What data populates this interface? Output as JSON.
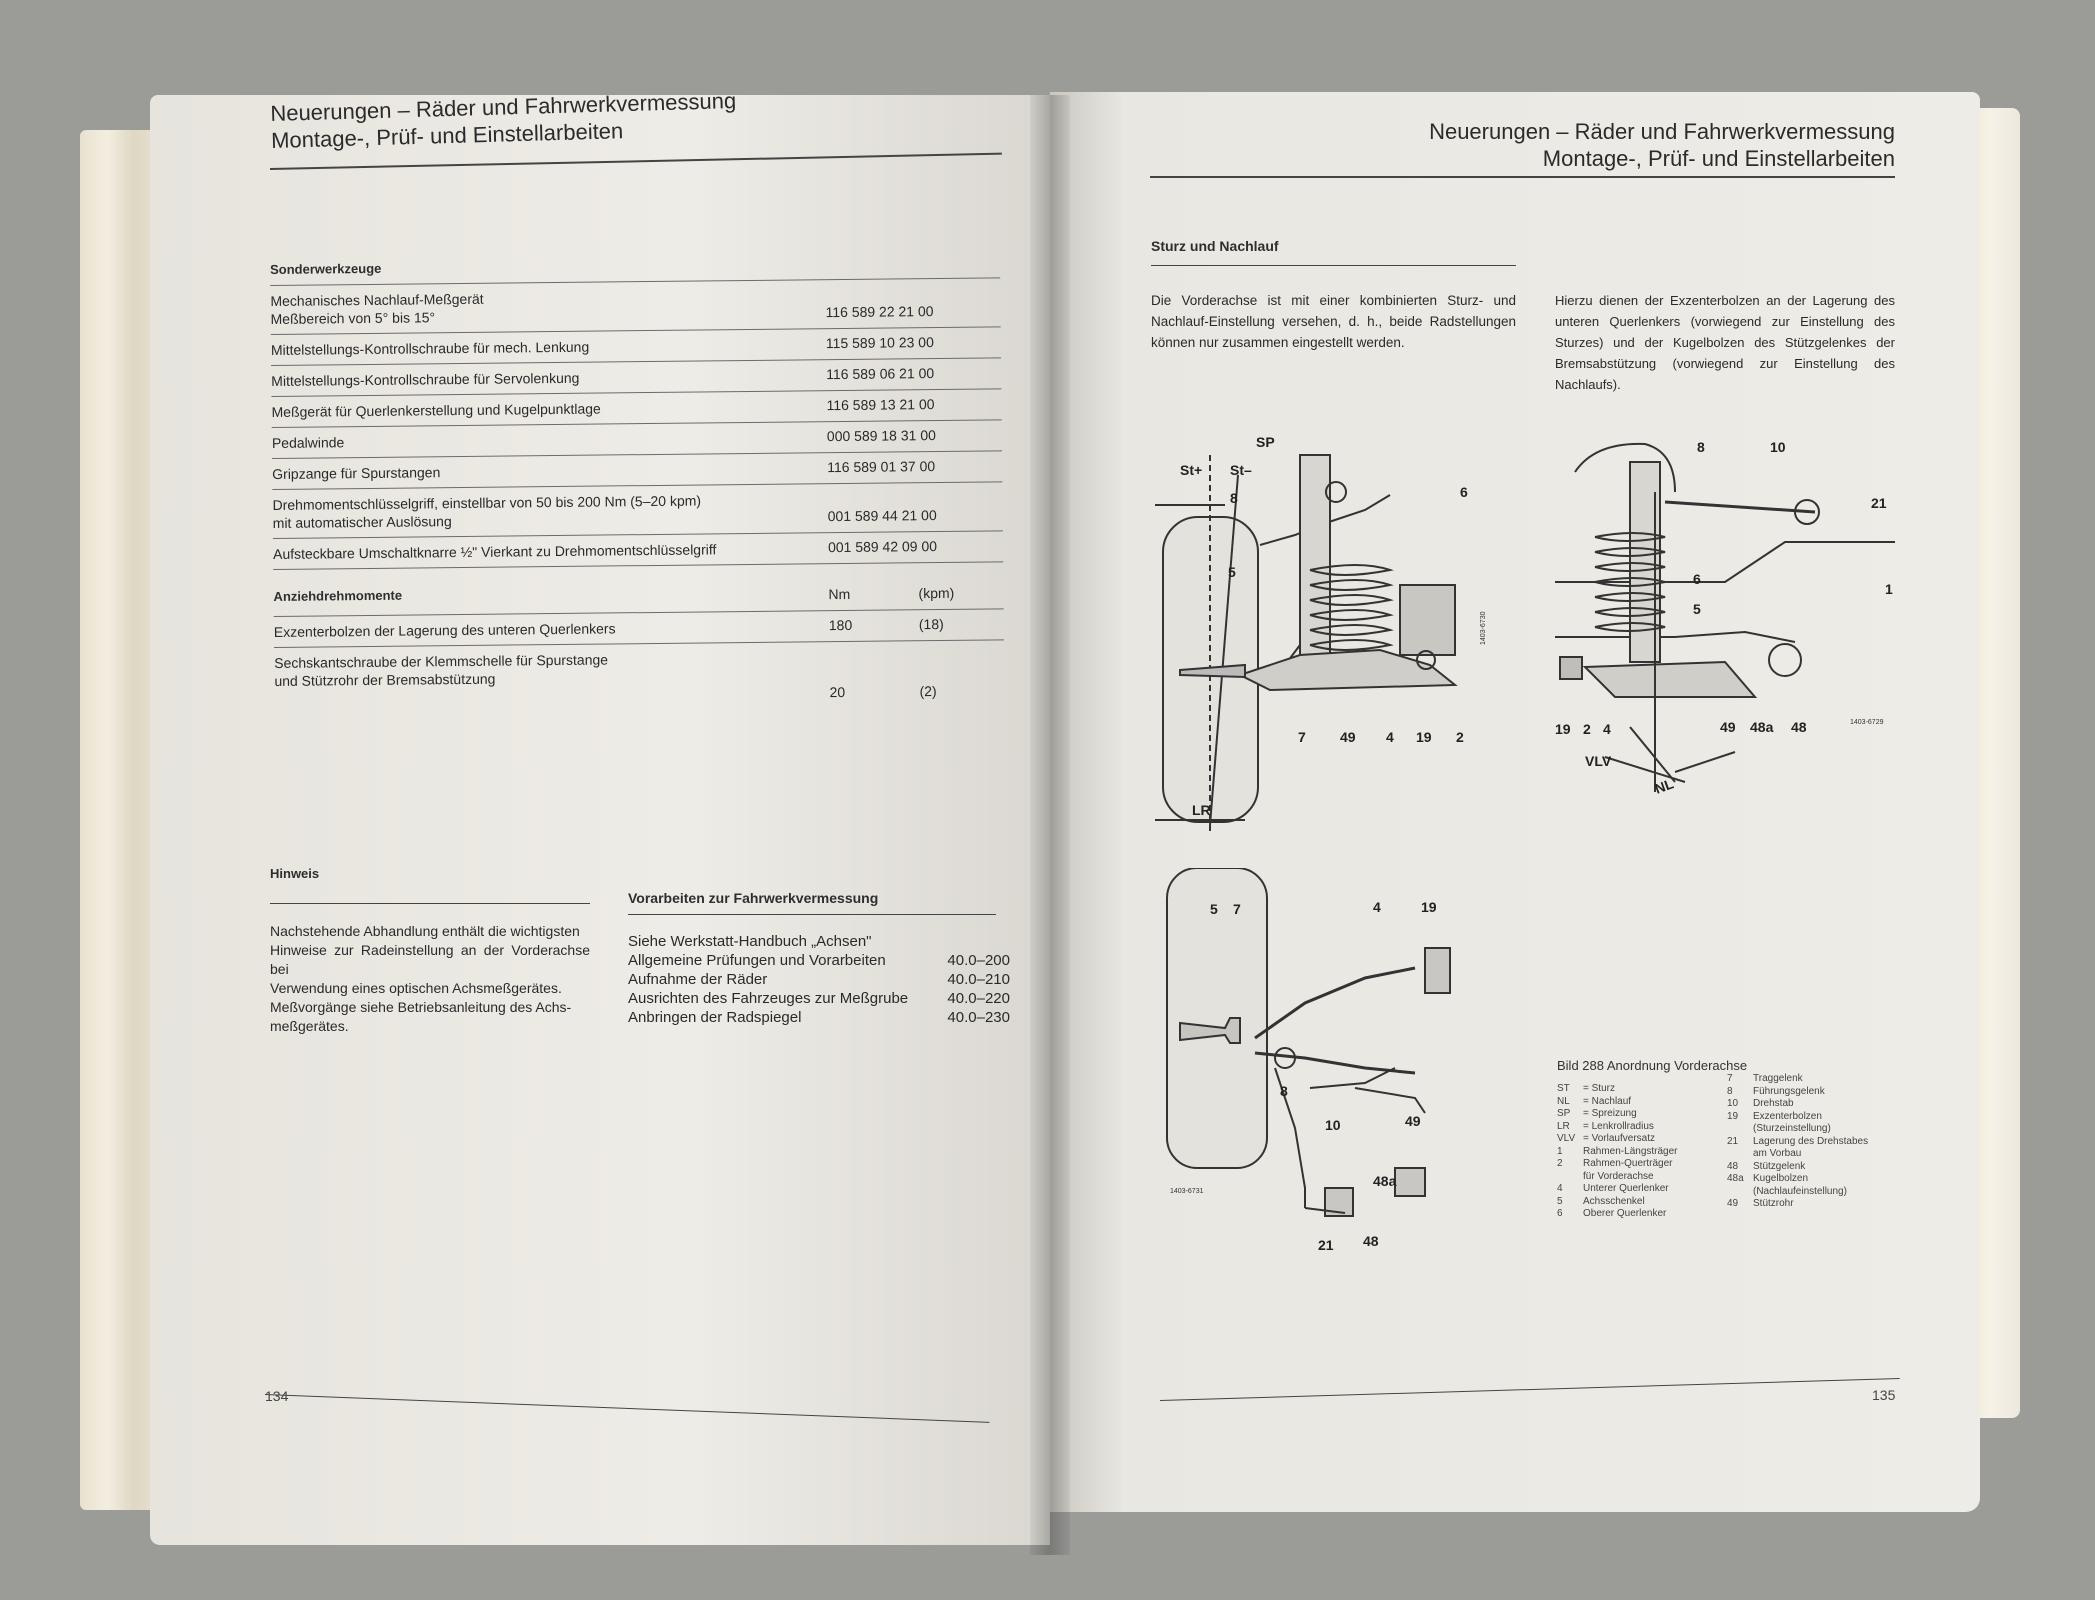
{
  "left_page": {
    "header": {
      "line1": "Neuerungen – Räder und Fahrwerkvermessung",
      "line2": "Montage-, Prüf- und Einstellarbeiten"
    },
    "tools": {
      "title": "Sonderwerkzeuge",
      "items": [
        {
          "desc": "Mechanisches Nachlauf-Meßgerät",
          "desc2": "Meßbereich von 5° bis 15°",
          "code": "116 589 22 21 00"
        },
        {
          "desc": "Mittelstellungs-Kontrollschraube für mech. Lenkung",
          "desc2": "",
          "code": "115 589 10 23 00"
        },
        {
          "desc": "Mittelstellungs-Kontrollschraube für Servolenkung",
          "desc2": "",
          "code": "116 589 06 21 00"
        },
        {
          "desc": "Meßgerät für Querlenkerstellung und Kugelpunktlage",
          "desc2": "",
          "code": "116 589 13 21 00"
        },
        {
          "desc": "Pedalwinde",
          "desc2": "",
          "code": "000 589 18 31 00"
        },
        {
          "desc": "Gripzange für Spurstangen",
          "desc2": "",
          "code": "116 589 01 37 00"
        },
        {
          "desc": "Drehmomentschlüsselgriff, einstellbar von 50 bis 200 Nm (5–20 kpm)",
          "desc2": "mit automatischer Auslösung",
          "code": "001 589 44 21 00"
        },
        {
          "desc": "Aufsteckbare Umschaltknarre ½\" Vierkant zu Drehmomentschlüsselgriff",
          "desc2": "",
          "code": "001 589 42 09 00"
        }
      ]
    },
    "torques": {
      "title": "Anziehdrehmomente",
      "col_nm": "Nm",
      "col_kpm": "(kpm)",
      "items": [
        {
          "desc": "Exzenterbolzen der Lagerung des unteren Querlenkers",
          "desc2": "",
          "nm": "180",
          "kpm": "(18)"
        },
        {
          "desc": "Sechskantschraube der Klemmschelle für Spurstange",
          "desc2": "und Stützrohr der Bremsabstützung",
          "nm": "20",
          "kpm": "(2)"
        }
      ]
    },
    "hinweis": {
      "title": "Hinweis",
      "lines": [
        "Nachstehende Abhandlung enthält die wichtigsten",
        "Hinweise zur Radeinstellung an der Vorderachse bei",
        "Verwendung eines optischen Achsmeßgerätes.",
        "Meßvorgänge siehe Betriebsanleitung des Achs-",
        "meßgerätes."
      ]
    },
    "vorarbeiten": {
      "title": "Vorarbeiten zur Fahrwerkvermessung",
      "intro": "Siehe Werkstatt-Handbuch „Achsen\"",
      "items": [
        {
          "label": "Allgemeine Prüfungen und Vorarbeiten",
          "ref": "40.0–200"
        },
        {
          "label": "Aufnahme der Räder",
          "ref": "40.0–210"
        },
        {
          "label": "Ausrichten des Fahrzeuges zur Meßgrube",
          "ref": "40.0–220"
        },
        {
          "label": "Anbringen der Radspiegel",
          "ref": "40.0–230"
        }
      ]
    },
    "page_number": "134"
  },
  "right_page": {
    "header": {
      "line1": "Neuerungen – Räder und Fahrwerkvermessung",
      "line2": "Montage-, Prüf- und Einstellarbeiten"
    },
    "section_title": "Sturz und Nachlauf",
    "text_left": "Die Vorderachse ist mit einer kombinierten Sturz- und Nachlauf-Einstellung versehen, d. h., beide Radstellungen können nur zusammen eingestellt werden.",
    "text_right": "Hierzu dienen der Exzenterbolzen an der Lagerung des unteren Querlenkers (vorwiegend zur Einstellung des Sturzes) und der Kugelbolzen des Stützgelenkes der Bremsabstützung (vorwiegend zur Einstellung des Nachlaufs).",
    "diagram1_labels": [
      "SP",
      "St+",
      "St–",
      "8",
      "6",
      "5",
      "7",
      "49",
      "4",
      "19",
      "2",
      "LR",
      "1403-6730"
    ],
    "diagram2_labels": [
      "8",
      "10",
      "21",
      "6",
      "1",
      "5",
      "19",
      "2",
      "4",
      "49",
      "48a",
      "48",
      "VLV",
      "NL",
      "1403-6729"
    ],
    "diagram3_labels": [
      "5",
      "7",
      "4",
      "19",
      "8",
      "10",
      "49",
      "48a",
      "21",
      "48",
      "1403-6731"
    ],
    "caption": "Bild 288   Anordnung Vorderachse",
    "legend_left": [
      {
        "k": "ST",
        "v": "= Sturz"
      },
      {
        "k": "NL",
        "v": "= Nachlauf"
      },
      {
        "k": "SP",
        "v": "= Spreizung"
      },
      {
        "k": "LR",
        "v": "= Lenkrollradius"
      },
      {
        "k": "VLV",
        "v": "= Vorlaufversatz"
      },
      {
        "k": "1",
        "v": "Rahmen-Längsträger"
      },
      {
        "k": "2",
        "v": "Rahmen-Querträger"
      },
      {
        "k": "",
        "v": "für Vorderachse"
      },
      {
        "k": "4",
        "v": "Unterer Querlenker"
      },
      {
        "k": "5",
        "v": "Achsschenkel"
      },
      {
        "k": "6",
        "v": "Oberer Querlenker"
      }
    ],
    "legend_right": [
      {
        "k": "7",
        "v": "Traggelenk"
      },
      {
        "k": "8",
        "v": "Führungsgelenk"
      },
      {
        "k": "10",
        "v": "Drehstab"
      },
      {
        "k": "19",
        "v": "Exzenterbolzen"
      },
      {
        "k": "",
        "v": "(Sturzeinstellung)"
      },
      {
        "k": "21",
        "v": "Lagerung des Drehstabes"
      },
      {
        "k": "",
        "v": "am Vorbau"
      },
      {
        "k": "48",
        "v": "Stützgelenk"
      },
      {
        "k": "48a",
        "v": "Kugelbolzen"
      },
      {
        "k": "",
        "v": "(Nachlaufeinstellung)"
      },
      {
        "k": "49",
        "v": "Stützrohr"
      }
    ],
    "page_number": "135"
  }
}
